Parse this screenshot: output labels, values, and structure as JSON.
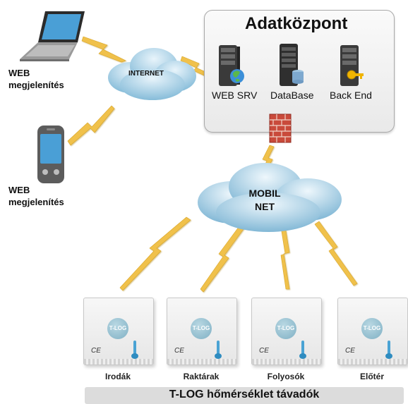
{
  "datacenter": {
    "title": "Adatközpont",
    "servers": [
      {
        "label": "WEB SRV",
        "icon": "web-server-icon"
      },
      {
        "label": "DataBase",
        "icon": "database-server-icon"
      },
      {
        "label": "Back End",
        "icon": "backend-server-icon"
      }
    ]
  },
  "clouds": {
    "internet": "INTERNET",
    "mobil_line1": "MOBIL",
    "mobil_line2": "NET"
  },
  "devices": {
    "laptop": {
      "line1": "WEB",
      "line2": "megjelenítés",
      "icon": "laptop-icon"
    },
    "phone": {
      "line1": "WEB",
      "line2": "megjelenítés",
      "icon": "mobile-phone-icon"
    }
  },
  "firewall_icon": "firewall-icon",
  "sensors": {
    "badge_text": "T-LOG",
    "ce_mark": "CE",
    "items": [
      "Irodák",
      "Raktárak",
      "Folyosók",
      "Előtér"
    ]
  },
  "footer_title": "T-LOG hőmérséklet távadók",
  "colors": {
    "lightning": "#f0c14b",
    "cloud": "#7fb6d6",
    "sensor_badge": "#8dbccd"
  }
}
